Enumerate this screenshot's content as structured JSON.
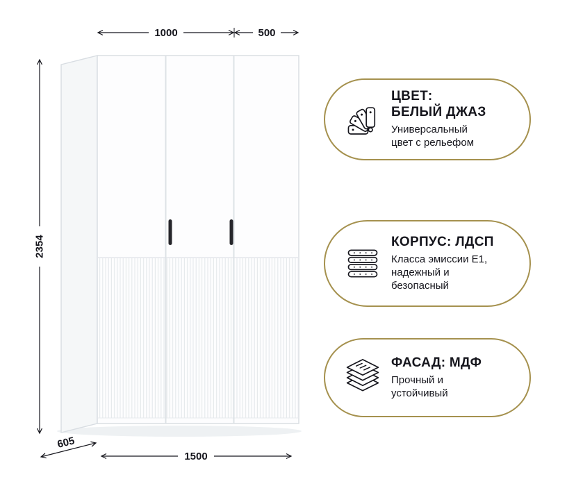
{
  "dimensions": {
    "top_width": "1000",
    "top_right_width": "500",
    "height": "2354",
    "depth": "605",
    "bottom_width": "1500"
  },
  "badges": [
    {
      "icon": "color-swatches-icon",
      "title": "ЦВЕТ:\nБЕЛЫЙ ДЖАЗ",
      "subtitle": "Универсальный\nцвет с рельефом"
    },
    {
      "icon": "chipboard-layers-icon",
      "title": "КОРПУС: ЛДСП",
      "subtitle": "Класса эмиссии Е1,\nнадежный и\nбезопасный"
    },
    {
      "icon": "mdf-sheets-icon",
      "title": "ФАСАД: МДФ",
      "subtitle": "Прочный и\nустойчивый"
    }
  ],
  "colors": {
    "accent_gold": "#a5914e",
    "text": "#16161d",
    "wardrobe_outline": "#d8dde2"
  }
}
